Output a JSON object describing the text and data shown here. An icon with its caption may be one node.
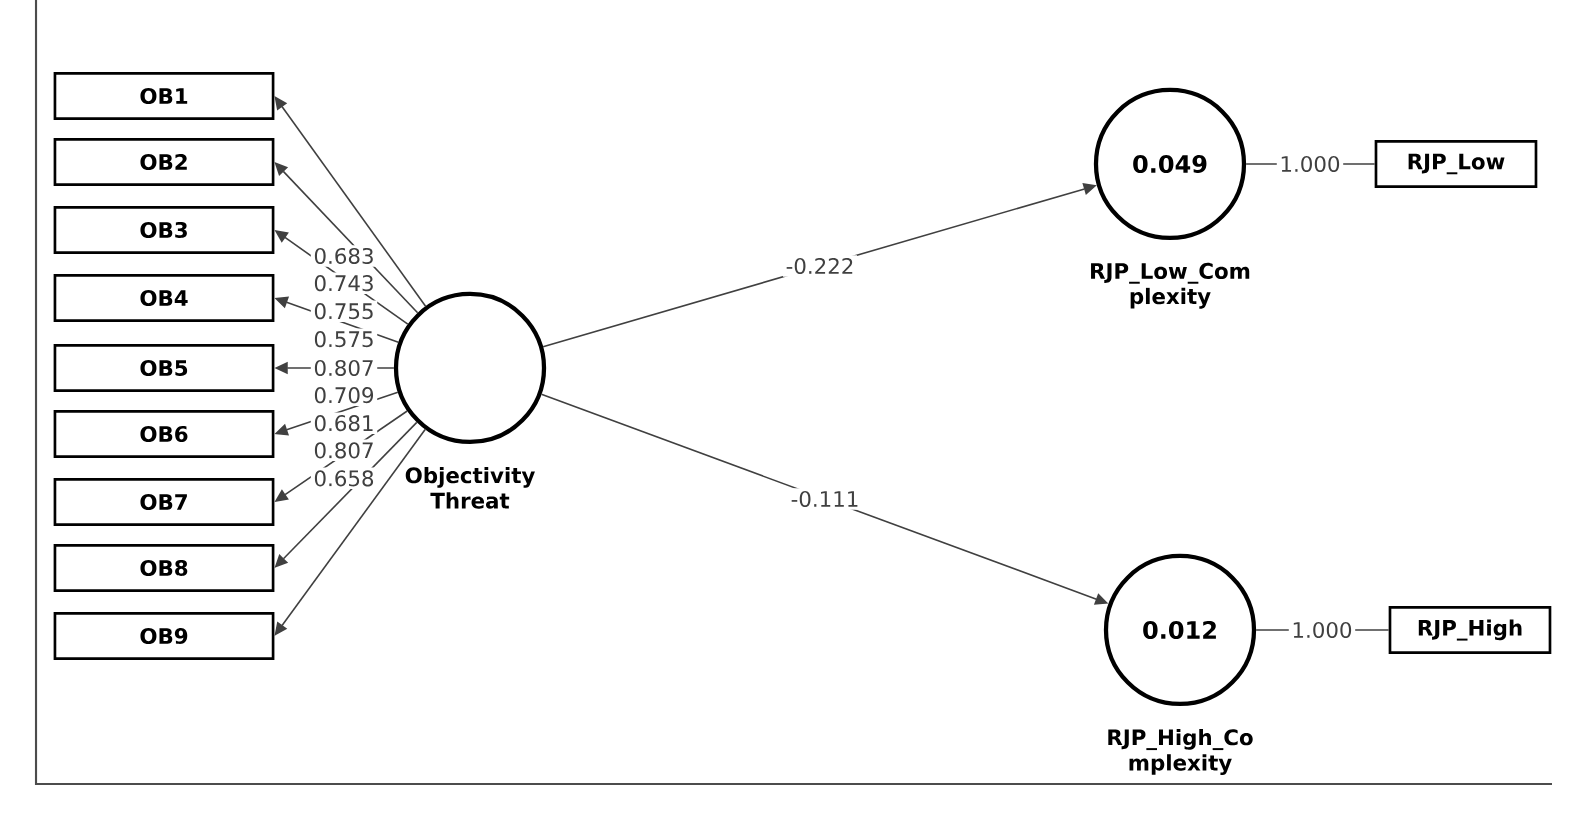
{
  "diagram": {
    "nodes": [
      {
        "text": [
          "OB1"
        ]
      },
      {
        "text": [
          "OB2"
        ]
      },
      {
        "text": [
          "OB3"
        ]
      },
      {
        "text": [
          "OB4"
        ]
      },
      {
        "text": [
          "OB5"
        ]
      },
      {
        "text": [
          "OB6"
        ]
      },
      {
        "text": [
          "OB7"
        ]
      },
      {
        "text": [
          "OB8"
        ]
      },
      {
        "text": [
          "OB9"
        ]
      },
      {
        "text": [
          "Objectivity Threat"
        ]
      },
      {
        "text": [
          "0.049",
          "RJP_Low_Com plexity"
        ]
      },
      {
        "text": [
          "RJP_Low"
        ]
      },
      {
        "text": [
          "0.012",
          "RJP_High_Co mplexity"
        ]
      },
      {
        "text": [
          "RJP_High"
        ]
      }
    ],
    "edges": [
      {
        "from": 9,
        "to": 0,
        "arrow": "to",
        "label": "0.683"
      },
      {
        "from": 9,
        "to": 1,
        "arrow": "to",
        "label": "0.743"
      },
      {
        "from": 9,
        "to": 2,
        "arrow": "to",
        "label": "0.755"
      },
      {
        "from": 9,
        "to": 3,
        "arrow": "to",
        "label": "0.575"
      },
      {
        "from": 9,
        "to": 4,
        "arrow": "to",
        "label": "0.807"
      },
      {
        "from": 9,
        "to": 5,
        "arrow": "to",
        "label": "0.709"
      },
      {
        "from": 9,
        "to": 6,
        "arrow": "to",
        "label": "0.681"
      },
      {
        "from": 9,
        "to": 7,
        "arrow": "to",
        "label": "0.807"
      },
      {
        "from": 9,
        "to": 8,
        "arrow": "to",
        "label": "0.658"
      },
      {
        "from": 9,
        "to": 10,
        "arrow": "to",
        "label": "-0.222"
      },
      {
        "from": 9,
        "to": 12,
        "arrow": "to",
        "label": "-0.111"
      },
      {
        "from": 10,
        "to": 11,
        "arrow": "none",
        "label": "1.000"
      },
      {
        "from": 12,
        "to": 13,
        "arrow": "none",
        "label": "1.000"
      }
    ]
  }
}
